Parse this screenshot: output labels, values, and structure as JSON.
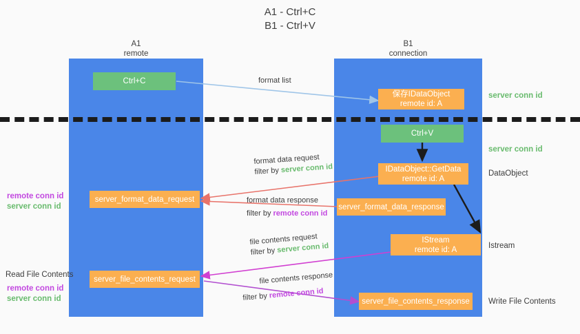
{
  "title": "A1 - Ctrl+C\nB1 - Ctrl+V",
  "lanes": [
    {
      "id": "a1",
      "title": "A1\nremote"
    },
    {
      "id": "b1",
      "title": "B1\nconnection"
    }
  ],
  "nodes": {
    "ctrl_c": {
      "label": "Ctrl+C",
      "color": "#6cc17c"
    },
    "save_idataobject": {
      "line1": "保存IDataObject",
      "line2": "remote id: A",
      "color": "#fbaf50"
    },
    "ctrl_v": {
      "label": "Ctrl+V",
      "color": "#6cc17c"
    },
    "idataobject_getdata": {
      "line1": "IDataObject::GetData",
      "line2": "remote id: A",
      "color": "#fbaf50"
    },
    "format_data_request": {
      "label": "server_format_data_request",
      "color": "#fbaf50"
    },
    "format_data_response": {
      "label": "server_format_data_response",
      "color": "#fbaf50"
    },
    "istream": {
      "line1": "IStream",
      "line2": "remote id: A",
      "color": "#fbaf50"
    },
    "file_contents_request": {
      "label": "server_file_contents_request",
      "color": "#fbaf50"
    },
    "file_contents_response": {
      "label": "server_file_contents_response",
      "color": "#fbaf50"
    }
  },
  "edges": {
    "format_list": {
      "caption": "format list"
    },
    "format_data_request": {
      "caption": "format data request",
      "filter_prefix": "filter by ",
      "filter_tag": "server conn id"
    },
    "format_data_response": {
      "caption": "format data response",
      "filter_prefix": "filter by ",
      "filter_tag": "remote conn id"
    },
    "file_contents_request": {
      "caption": "file contents request",
      "filter_prefix": "filter by ",
      "filter_tag": "server conn id"
    },
    "file_contents_response": {
      "caption": "file contents response",
      "filter_prefix": "filter by ",
      "filter_tag": "remote conn id"
    }
  },
  "annotations": {
    "right_server_conn_top": "server conn id",
    "right_server_conn_mid": "server conn id",
    "right_dataobject": "DataObject",
    "right_istream": "Istream",
    "right_write_file": "Write File Contents",
    "left_remote_conn_1": "remote conn id",
    "left_server_conn_1": "server conn id",
    "left_read_file": "Read File Contents",
    "left_remote_conn_2": "remote conn id",
    "left_server_conn_2": "server conn id"
  },
  "colors": {
    "lane": "#4a86e8",
    "orange": "#fbaf50",
    "green_node": "#6cc17c",
    "green_text": "#69bb6e",
    "purple_text": "#c248e0",
    "arrow_blue": "#9fc5e8",
    "arrow_red": "#e8736a",
    "arrow_magenta": "#d13fd1",
    "arrow_purple": "#b24fd0",
    "arrow_black": "#1c1c1c",
    "divider": "#1c1c1c",
    "background": "#fafafa"
  }
}
